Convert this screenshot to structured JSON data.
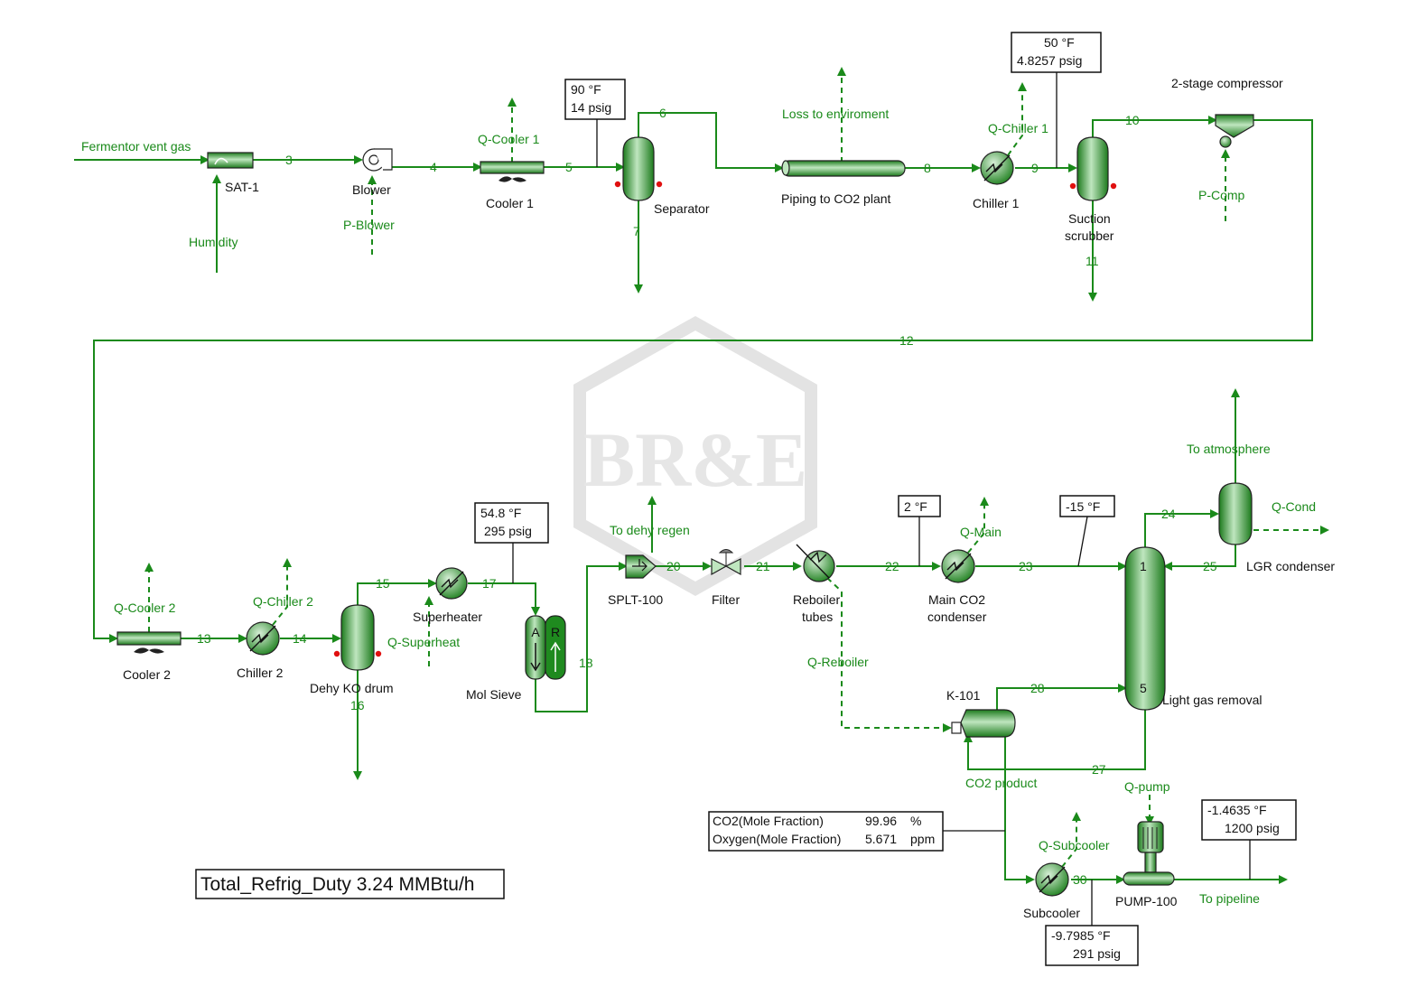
{
  "watermark": "BR&E",
  "streams": {
    "s3": "3",
    "s4": "4",
    "s5": "5",
    "s6": "6",
    "s7": "7",
    "s8": "8",
    "s9": "9",
    "s10": "10",
    "s11": "11",
    "s12": "12",
    "s13": "13",
    "s14": "14",
    "s15": "15",
    "s16": "16",
    "s17": "17",
    "s18": "18",
    "s20": "20",
    "s21": "21",
    "s22": "22",
    "s23": "23",
    "s24": "24",
    "s25": "25",
    "s27": "27",
    "s28": "28",
    "s30": "30",
    "tray1": "1",
    "tray5": "5"
  },
  "stream_labels": {
    "fermentor_vent_gas": "Fermentor vent gas",
    "humidity": "Humidity",
    "p_blower": "P-Blower",
    "q_cooler1": "Q-Cooler 1",
    "loss_to_environment": "Loss to enviroment",
    "q_chiller1": "Q-Chiller 1",
    "p_comp": "P-Comp",
    "q_cooler2": "Q-Cooler 2",
    "q_chiller2": "Q-Chiller 2",
    "q_superheat": "Q-Superheat",
    "to_dehy_regen": "To dehy regen",
    "q_main": "Q-Main",
    "to_atmosphere": "To atmosphere",
    "q_cond": "Q-Cond",
    "q_reboiler": "Q-Reboiler",
    "co2_product": "CO2 product",
    "q_pump": "Q-pump",
    "q_subcooler": "Q-Subcooler",
    "to_pipeline": "To pipeline"
  },
  "units": {
    "sat1": "SAT-1",
    "blower": "Blower",
    "cooler1": "Cooler 1",
    "separator": "Separator",
    "piping": "Piping to CO2 plant",
    "chiller1": "Chiller 1",
    "suction_scrubber_1": "Suction",
    "suction_scrubber_2": "scrubber",
    "compressor": "2-stage compressor",
    "cooler2": "Cooler 2",
    "chiller2": "Chiller 2",
    "dehy_ko": "Dehy KO drum",
    "superheater": "Superheater",
    "mol_sieve": "Mol Sieve",
    "mol_sieve_a": "A",
    "mol_sieve_r": "R",
    "splt100": "SPLT-100",
    "filter": "Filter",
    "reboiler_1": "Reboiler",
    "reboiler_2": "tubes",
    "main_condenser_1": "Main CO2",
    "main_condenser_2": "condenser",
    "lgr_condenser": "LGR condenser",
    "k101": "K-101",
    "light_gas_removal": "Light gas removal",
    "subcooler": "Subcooler",
    "pump100": "PUMP-100"
  },
  "readouts": {
    "r1_t": "90",
    "r1_tu": "°F",
    "r1_p": "14",
    "r1_pu": "psig",
    "r2_t": "50",
    "r2_tu": "°F",
    "r2_p": "4.8257",
    "r2_pu": "psig",
    "r3_t": "54.8",
    "r3_tu": "°F",
    "r3_p": "295",
    "r3_pu": "psig",
    "r4_t": "2",
    "r4_tu": "°F",
    "r5_t": "-15",
    "r5_tu": "°F",
    "r6_t": "-1.4635",
    "r6_tu": "°F",
    "r6_p": "1200",
    "r6_pu": "psig",
    "r7_t": "-9.7985",
    "r7_tu": "°F",
    "r7_p": "291",
    "r7_pu": "psig"
  },
  "composition": {
    "co2_name": "CO2(Mole Fraction)",
    "co2_value": "99.96",
    "co2_unit": "%",
    "o2_name": "Oxygen(Mole Fraction)",
    "o2_value": "5.671",
    "o2_unit": "ppm"
  },
  "total_refrig": "Total_Refrig_Duty  3.24  MMBtu/h",
  "colors": {
    "stream": "#1a8a1a",
    "equipment_fill": "#3aa53a",
    "nozzle": "#e01010"
  }
}
